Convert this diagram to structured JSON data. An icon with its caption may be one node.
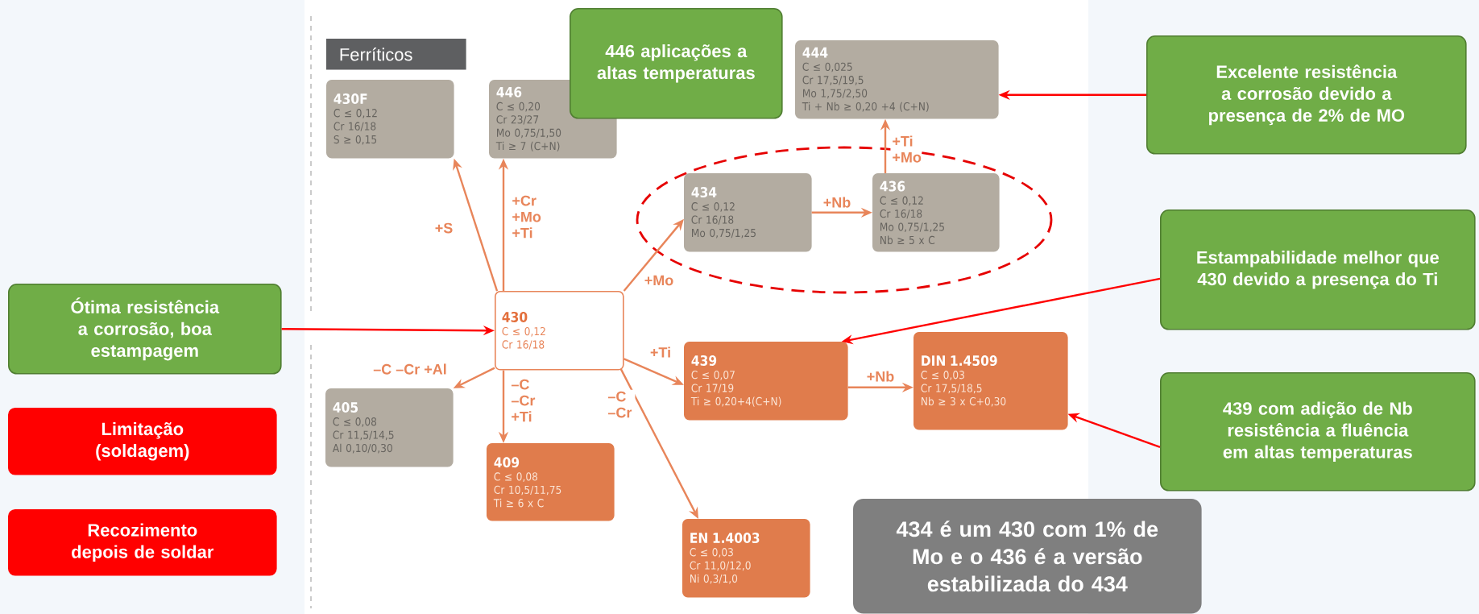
{
  "diagram": {
    "nodes": [
      {
        "text": [
          "Ferríticos"
        ]
      },
      {
        "text": [
          "430F",
          "C ≤ 0,12",
          "Cr 16/18",
          "S ≥ 0,15"
        ]
      },
      {
        "text": [
          "446",
          "C ≤ 0,20",
          "Cr 23/27",
          "Mo 0,75/1,50",
          "Ti ≥ 7 (C+N)"
        ]
      },
      {
        "text": [
          "446 aplicações a altas temperaturas"
        ]
      },
      {
        "text": [
          "444",
          "C ≤ 0,025",
          "Cr 17,5/19,5",
          "Mo 1,75/2,50",
          "Ti + Nb ≥ 0,20 +4 (C+N)"
        ]
      },
      {
        "text": [
          "Excelente resistência a corrosão devido a presença de 2% de MO"
        ]
      },
      {
        "text": [
          "434",
          "C ≤ 0,12",
          "Cr 16/18",
          "Mo 0,75/1,25"
        ]
      },
      {
        "text": [
          "436",
          "C ≤ 0,12",
          "Cr 16/18",
          "Mo 0,75/1,25",
          "Nb ≥ 5 x C"
        ]
      },
      {
        "text": [
          "Estampabilidade melhor que 430 devido a presença do Ti"
        ]
      },
      {
        "text": [
          "Ótima resistência a corrosão, boa estampagem"
        ]
      },
      {
        "text": [
          "430",
          "C ≤ 0,12",
          "Cr 16/18"
        ]
      },
      {
        "text": [
          "439",
          "C ≤ 0,07",
          "Cr 17/19",
          "Ti ≥ 0,20+4(C+N)"
        ]
      },
      {
        "text": [
          "DIN 1.4509",
          "C ≤ 0,03",
          "Cr 17,5/18,5",
          "Nb ≥ 3 x C+0,30"
        ]
      },
      {
        "text": [
          "439 com adição de Nb resistência a fluência em altas temperaturas"
        ]
      },
      {
        "text": [
          "405",
          "C ≤ 0,08",
          "Cr 11,5/14,5",
          "Al 0,10/0,30"
        ]
      },
      {
        "text": [
          "Limitação (soldagem)"
        ]
      },
      {
        "text": [
          "Recozimento depois de soldar"
        ]
      },
      {
        "text": [
          "409",
          "C ≤ 0,08",
          "Cr 10,5/11,75",
          "Ti ≥ 6 x C"
        ]
      },
      {
        "text": [
          "EN 1.4003",
          "C ≤ 0,03",
          "Cr 11,0/12,0",
          "Ni 0,3/1,0"
        ]
      },
      {
        "text": [
          "434 é um 430 com 1% de Mo e o 436 é a versão estabilizada do 434"
        ]
      }
    ],
    "edges": [
      {
        "from": 10,
        "to": 1,
        "arrow": "to",
        "label": "+S"
      },
      {
        "from": 10,
        "to": 2,
        "arrow": "to",
        "label": "+Cr +Mo +Ti"
      },
      {
        "from": 10,
        "to": 6,
        "arrow": "to",
        "label": "+Mo"
      },
      {
        "from": 6,
        "to": 7,
        "arrow": "to",
        "label": "+Nb"
      },
      {
        "from": 7,
        "to": 4,
        "arrow": "to",
        "label": "+Ti +Mo"
      },
      {
        "from": 10,
        "to": 11,
        "arrow": "to",
        "label": "+Ti"
      },
      {
        "from": 11,
        "to": 12,
        "arrow": "to",
        "label": "+Nb"
      },
      {
        "from": 10,
        "to": 14,
        "arrow": "to",
        "label": "–C –Cr +Al"
      },
      {
        "from": 10,
        "to": 17,
        "arrow": "to",
        "label": "–C –Cr +Ti"
      },
      {
        "from": 10,
        "to": 18,
        "arrow": "to",
        "label": "–C –Cr"
      },
      {
        "from": 5,
        "to": 4,
        "arrow": "to",
        "color": "#ff0000"
      },
      {
        "from": 8,
        "to": 11,
        "arrow": "to",
        "color": "#ff0000"
      },
      {
        "from": 9,
        "to": 10,
        "arrow": "to",
        "color": "#ff0000"
      },
      {
        "from": 13,
        "to": 12,
        "arrow": "to",
        "color": "#ff0000"
      }
    ]
  }
}
